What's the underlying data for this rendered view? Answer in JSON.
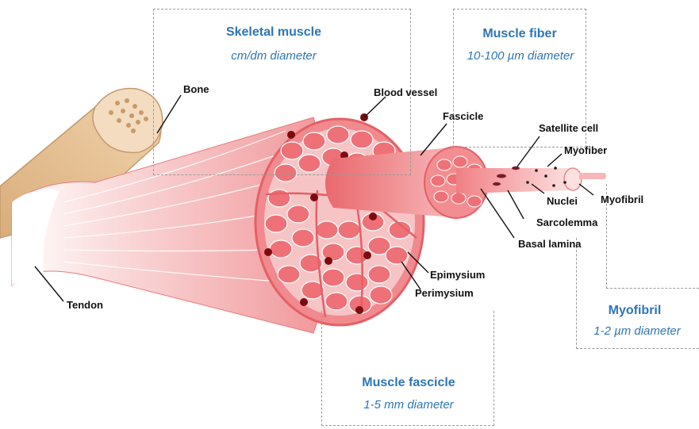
{
  "scales": {
    "skeletal_muscle": {
      "title": "Skeletal muscle",
      "diameter": "cm/dm diameter"
    },
    "muscle_fiber": {
      "title": "Muscle fiber",
      "diameter": "10-100 µm diameter"
    },
    "myofibril": {
      "title": "Myofibril",
      "diameter": "1-2 µm diameter"
    },
    "muscle_fascicle": {
      "title": "Muscle fascicle",
      "diameter": "1-5 mm diameter"
    }
  },
  "labels": {
    "bone": "Bone",
    "tendon": "Tendon",
    "blood_vessel": "Blood vessel",
    "fascicle": "Fascicle",
    "satellite_cell": "Satellite cell",
    "myofiber": "Myofiber",
    "nuclei": "Nuclei",
    "myofibril": "Myofibril",
    "sarcolemma": "Sarcolemma",
    "basal_lamina": "Basal lamina",
    "epimysium": "Epimysium",
    "perimysium": "Perimysium"
  },
  "colors": {
    "title_blue": "#2e75b6",
    "muscle_red": "#e8575f",
    "muscle_pink": "#f6b3b5",
    "bone_tan": "#e8c49a",
    "blood_dot": "#7a0c10",
    "dashed_box": "#9a9a9a"
  }
}
